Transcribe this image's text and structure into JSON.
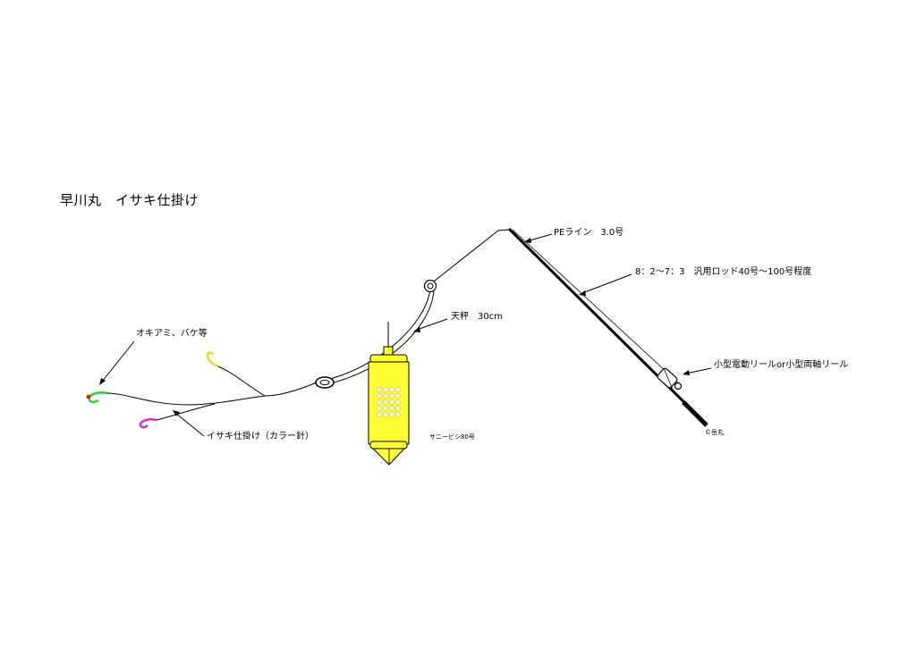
{
  "title": "早川丸　イサキ仕掛け",
  "labels": {
    "pe_line": "PEライン　3.0号",
    "rod": "8：2～7：3　汎用ロッド40号～100号程度",
    "tenbin": "天秤　30cm",
    "bait": "オキアミ、バケ等",
    "reel": "小型電動リールor小型両軸リール",
    "hooks": "イサキ仕掛け（カラー針）",
    "sinker": "サニービシ80号",
    "copyright": "©岳丸"
  },
  "colors": {
    "line": "#000000",
    "sinker_fill": "#ffff33",
    "hook_green": "#33cc33",
    "hook_yellow": "#e6dd22",
    "hook_magenta": "#cc33cc",
    "bait_tip": "#cc3300",
    "sinker_holes": "#ffffff"
  }
}
